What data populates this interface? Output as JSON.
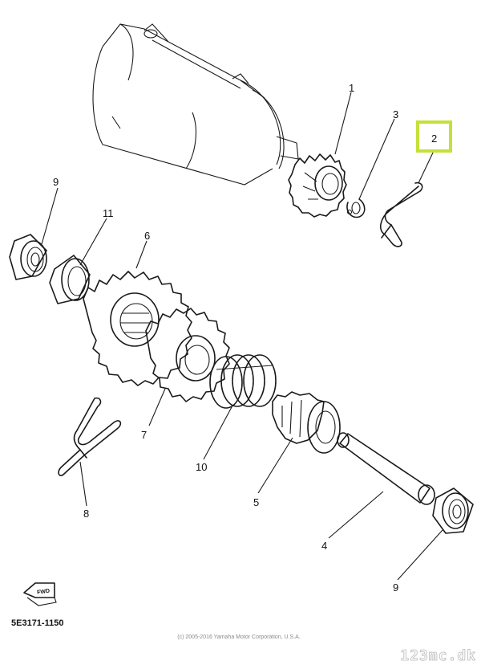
{
  "diagram": {
    "part_numbers": {
      "p1": "1",
      "p2": "2",
      "p3": "3",
      "p4": "4",
      "p5": "5",
      "p6": "6",
      "p7": "7",
      "p8": "8",
      "p9a": "9",
      "p9b": "9",
      "p10": "10",
      "p11": "11"
    },
    "highlight": {
      "part": "2",
      "color": "#c6e03a"
    },
    "direction_marker": "FWD",
    "diagram_code": "5E3171-1150",
    "copyright": "(c) 2005-2016 Yamaha Motor Corporation, U.S.A.",
    "watermark": "123mc.dk"
  }
}
